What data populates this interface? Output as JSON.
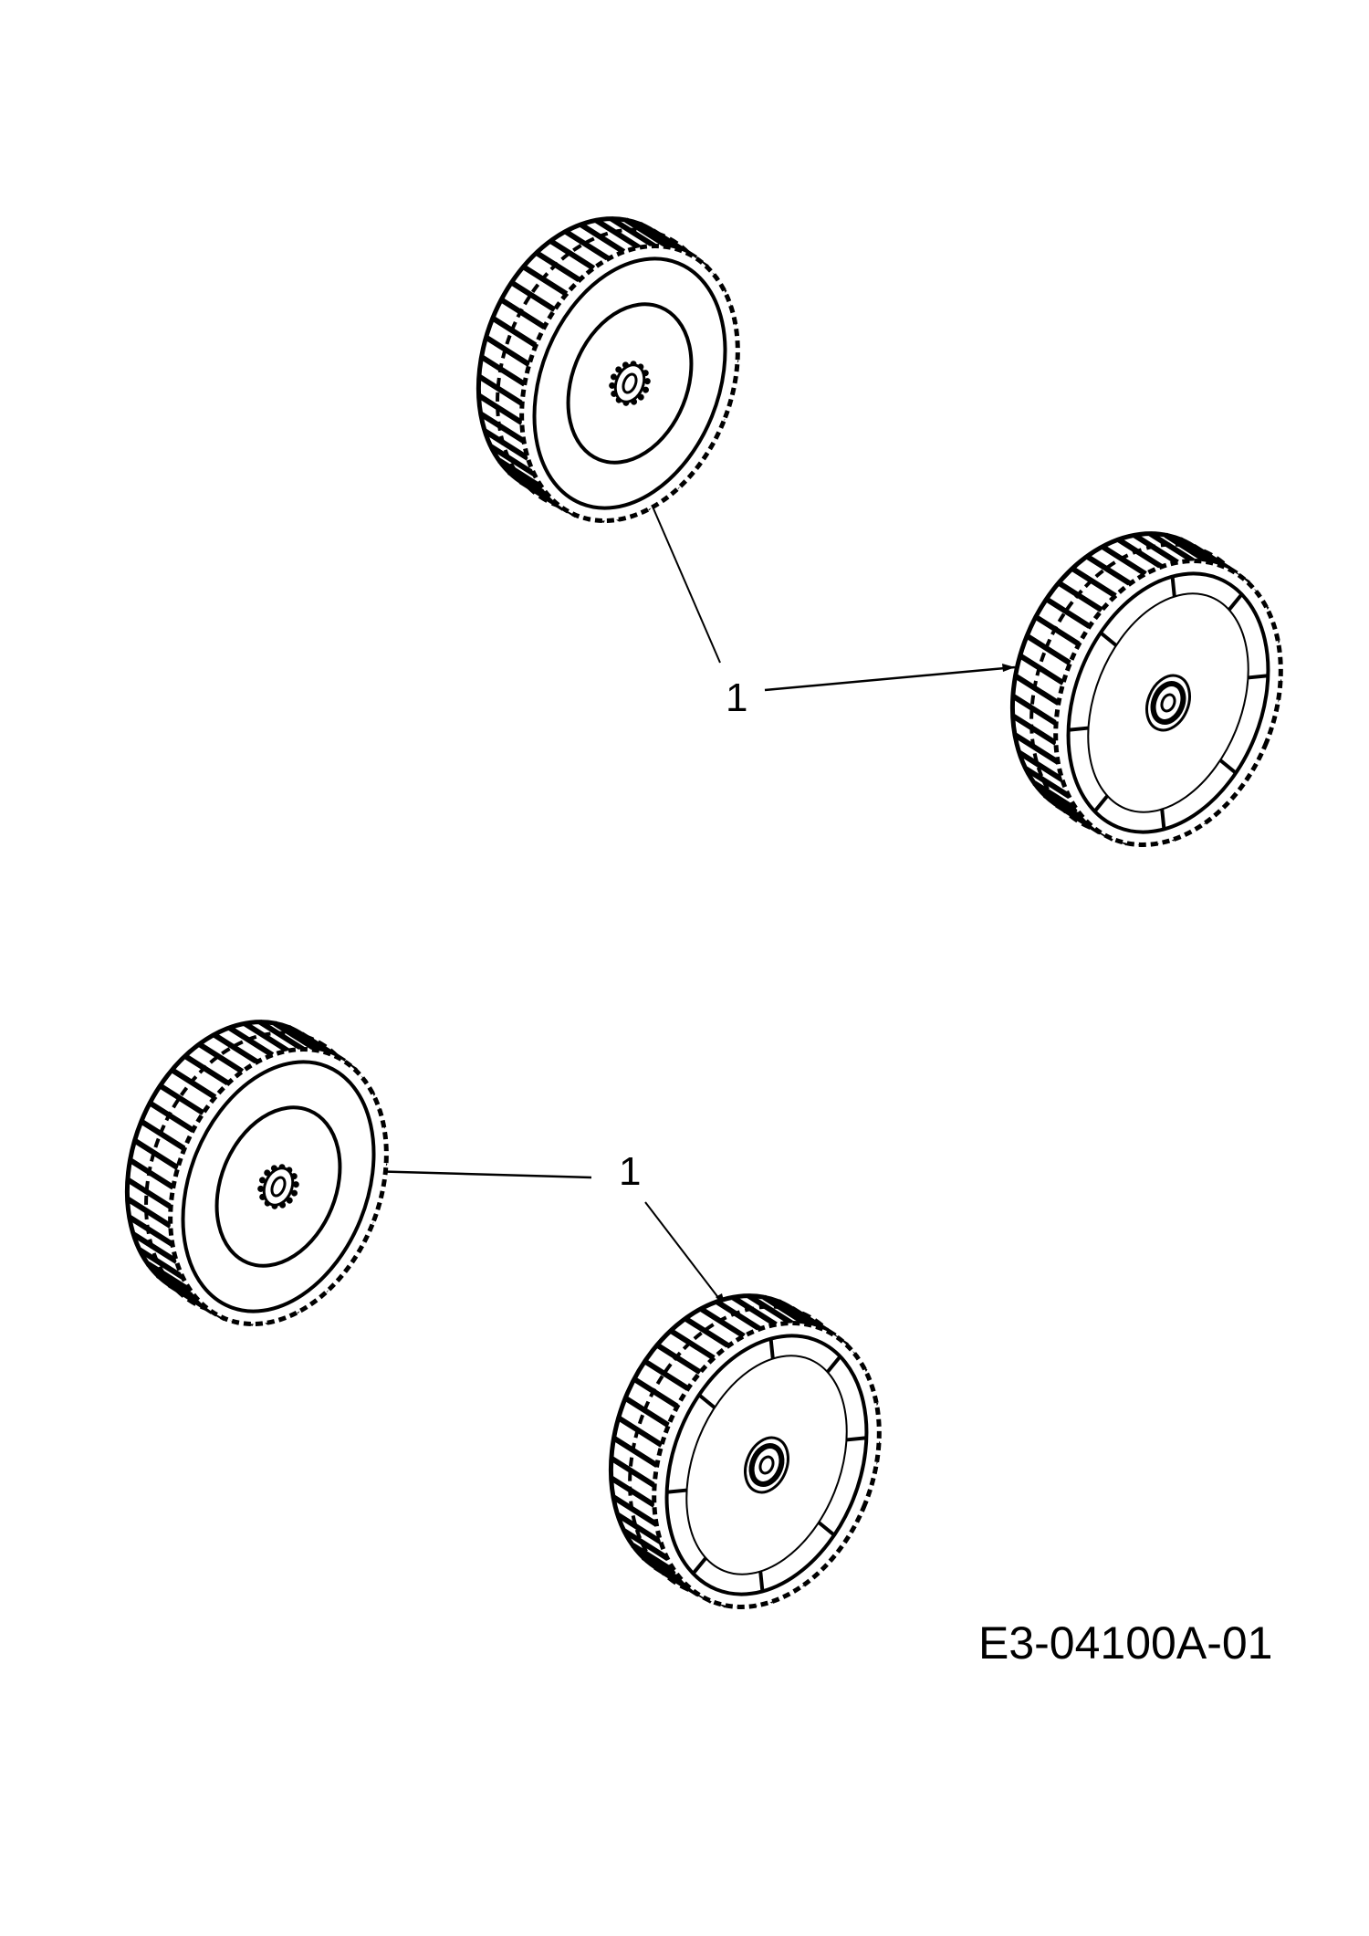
{
  "diagram": {
    "title": "Exploded parts view – wheels",
    "drawing_code": "E3-04100A-01",
    "ink_color": "#000000",
    "background_color": "#ffffff",
    "callouts": [
      {
        "label": "1",
        "refers_to": [
          "wheel-front-upper",
          "wheel-rear-upper"
        ]
      },
      {
        "label": "1",
        "refers_to": [
          "wheel-front-lower",
          "wheel-rear-lower"
        ]
      }
    ],
    "parts": [
      {
        "id": "wheel-front-upper",
        "type": "drive wheel (gear side)",
        "item": "1"
      },
      {
        "id": "wheel-rear-upper",
        "type": "wheel (open side)",
        "item": "1"
      },
      {
        "id": "wheel-front-lower",
        "type": "drive wheel (gear side)",
        "item": "1"
      },
      {
        "id": "wheel-rear-lower",
        "type": "wheel (open side)",
        "item": "1"
      }
    ]
  }
}
